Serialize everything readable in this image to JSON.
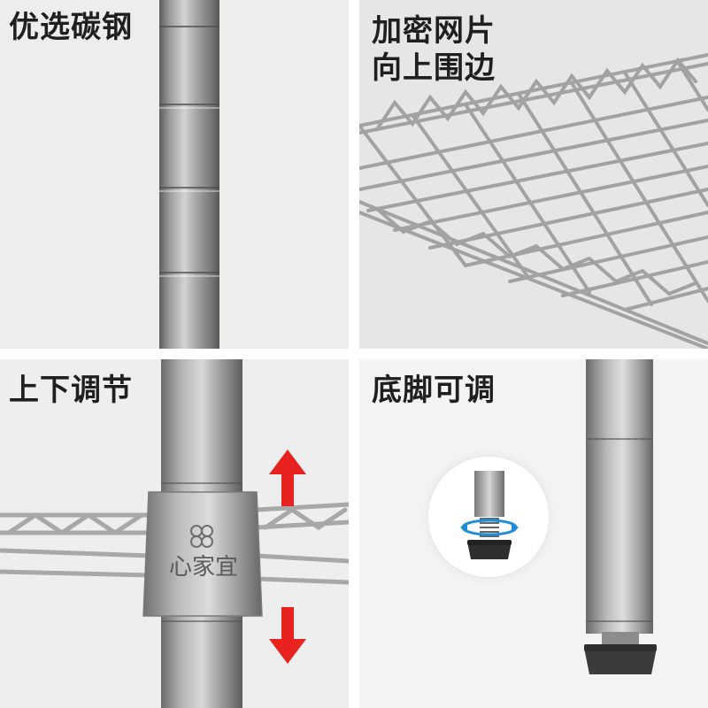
{
  "panels": [
    {
      "id": "carbon-steel",
      "caption_lines": [
        "优选碳钢"
      ]
    },
    {
      "id": "mesh-rim",
      "caption_lines": [
        "加密网片",
        "向上围边"
      ]
    },
    {
      "id": "adjustable",
      "caption_lines": [
        "上下调节"
      ],
      "engraving": "心家宜"
    },
    {
      "id": "adjustable-feet",
      "caption_lines": [
        "底脚可调"
      ]
    }
  ],
  "colors": {
    "accent_arrow": "#e8231f",
    "steel": "#9a9a9a",
    "caption_text": "#1f1f1f"
  }
}
